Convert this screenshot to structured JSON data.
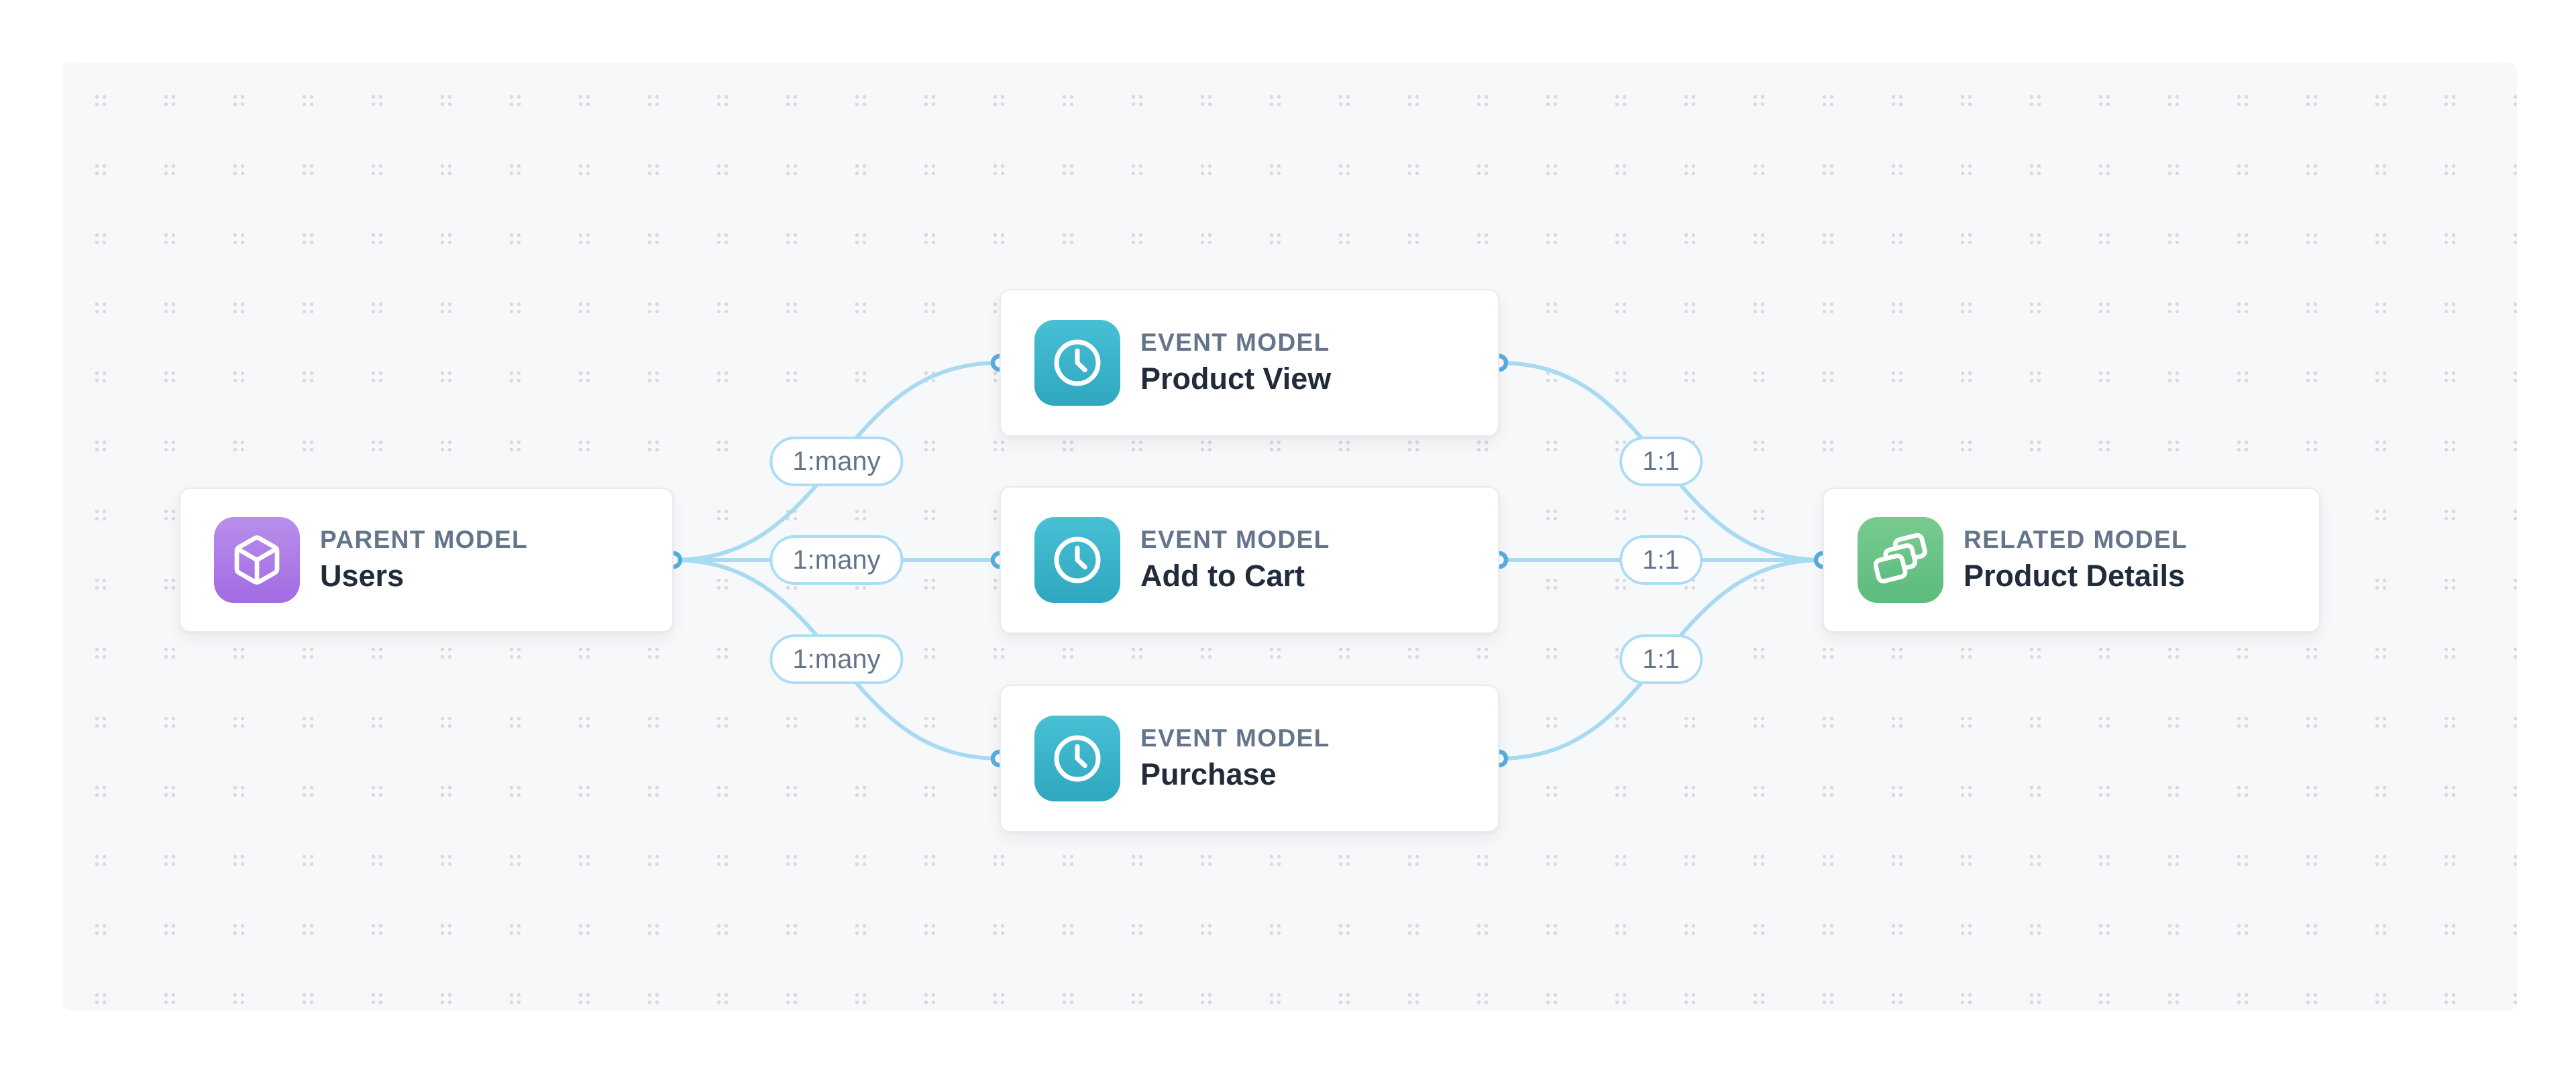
{
  "diagram": {
    "nodes": [
      {
        "id": "users",
        "type_label": "PARENT MODEL",
        "name": "Users",
        "icon": "box-icon",
        "color_from": "#b88feb",
        "color_to": "#a26be3"
      },
      {
        "id": "product_view",
        "type_label": "EVENT MODEL",
        "name": "Product View",
        "icon": "clock-icon",
        "color_from": "#47c0d4",
        "color_to": "#2fa7bf"
      },
      {
        "id": "add_to_cart",
        "type_label": "EVENT MODEL",
        "name": "Add to Cart",
        "icon": "clock-icon",
        "color_from": "#47c0d4",
        "color_to": "#2fa7bf"
      },
      {
        "id": "purchase",
        "type_label": "EVENT MODEL",
        "name": "Purchase",
        "icon": "clock-icon",
        "color_from": "#47c0d4",
        "color_to": "#2fa7bf"
      },
      {
        "id": "product_details",
        "type_label": "RELATED MODEL",
        "name": "Product Details",
        "icon": "layers-icon",
        "color_from": "#79cb90",
        "color_to": "#5bbb7d"
      }
    ],
    "edges": [
      {
        "from": "users",
        "to": "product_view",
        "label": "1:many"
      },
      {
        "from": "users",
        "to": "add_to_cart",
        "label": "1:many"
      },
      {
        "from": "users",
        "to": "purchase",
        "label": "1:many"
      },
      {
        "from": "product_view",
        "to": "product_details",
        "label": "1:1"
      },
      {
        "from": "add_to_cart",
        "to": "product_details",
        "label": "1:1"
      },
      {
        "from": "purchase",
        "to": "product_details",
        "label": "1:1"
      }
    ],
    "colors": {
      "edge": "#a8daf2",
      "handle_ring": "#58aee1",
      "handle_fill": "#ffffff",
      "pill_border": "#abddf4",
      "pill_text": "#64748b",
      "type_label_text": "#64748b",
      "name_text": "#212b3a",
      "canvas_bg": "#f7f8fa",
      "dot": "#d7dae1",
      "node_bg": "#ffffff",
      "node_border": "#e9ebef"
    }
  }
}
